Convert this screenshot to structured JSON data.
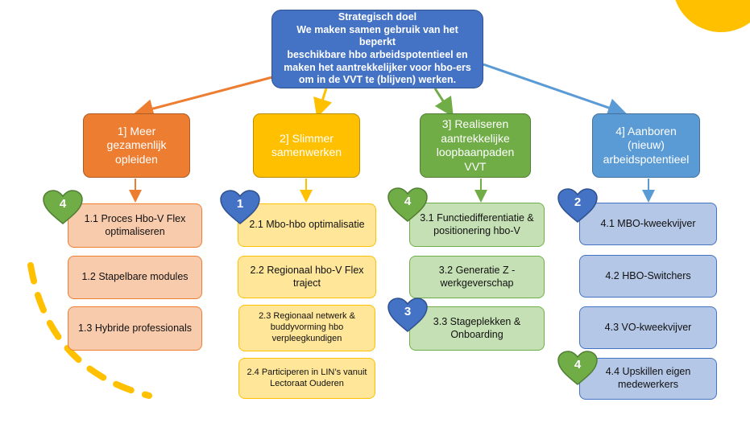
{
  "goal": {
    "lines": [
      "Strategisch doel",
      "We maken samen gebruik van het beperkt",
      "beschikbare hbo arbeidspotentieel en",
      "maken het aantrekkelijker voor hbo-ers",
      "om in de VVT te (blijven) werken."
    ]
  },
  "pillars": [
    {
      "label": "1] Meer gezamenlijk opleiden",
      "color": "#ed7d31"
    },
    {
      "label": "2] Slimmer samenwerken",
      "color": "#ffc000"
    },
    {
      "label": "3] Realiseren aantrekkelijke loopbaanpaden VVT",
      "color": "#70ad47"
    },
    {
      "label": "4] Aanboren (nieuw) arbeidspotentieel",
      "color": "#5b9bd5"
    }
  ],
  "items": {
    "p1": [
      "1.1 Proces Hbo-V Flex optimaliseren",
      "1.2 Stapelbare modules",
      "1.3 Hybride professionals"
    ],
    "p2": [
      "2.1 Mbo-hbo optimalisatie",
      "2.2 Regionaal hbo-V Flex traject",
      "2.3 Regionaal netwerk & buddyvorming hbo verpleegkundigen",
      "2.4 Participeren in LIN’s vanuit Lectoraat Ouderen"
    ],
    "p3": [
      "3.1 Functiedifferentiatie & positionering hbo-V",
      "3.2 Generatie Z - werkgeverschap",
      "3.3 Stageplekken & Onboarding"
    ],
    "p4": [
      "4.1 MBO-kweekvijver",
      "4.2 HBO-Switchers",
      "4.3 VO-kweekvijver",
      "4.4 Upskillen eigen medewerkers"
    ]
  },
  "hearts": [
    {
      "number": "4",
      "color": "#70ad47"
    },
    {
      "number": "1",
      "color": "#4472c4"
    },
    {
      "number": "4",
      "color": "#70ad47"
    },
    {
      "number": "3",
      "color": "#4472c4"
    },
    {
      "number": "2",
      "color": "#4472c4"
    },
    {
      "number": "4",
      "color": "#70ad47"
    }
  ]
}
